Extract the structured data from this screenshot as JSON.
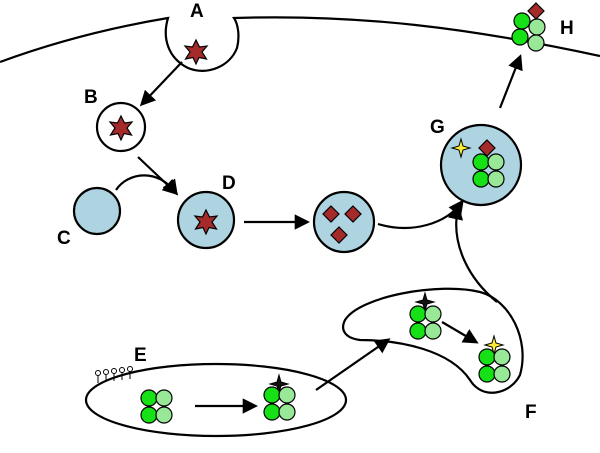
{
  "labels": {
    "a": "A",
    "b": "B",
    "c": "C",
    "d": "D",
    "e": "E",
    "f": "F",
    "g": "G",
    "h": "H"
  },
  "colors": {
    "antigen": "#a52a2a",
    "vesicle": "#aed4e2",
    "mhc_green": "#16e016",
    "mhc_light_green": "#98e898",
    "peptide_spark": "#ffee33"
  },
  "icons": {
    "star": "antigen-star-icon",
    "diamond": "peptide-fragment-icon",
    "complex": "mhc-complex-icon",
    "spark": "peptide-spark-icon",
    "receptor": "surface-receptor-icon"
  }
}
